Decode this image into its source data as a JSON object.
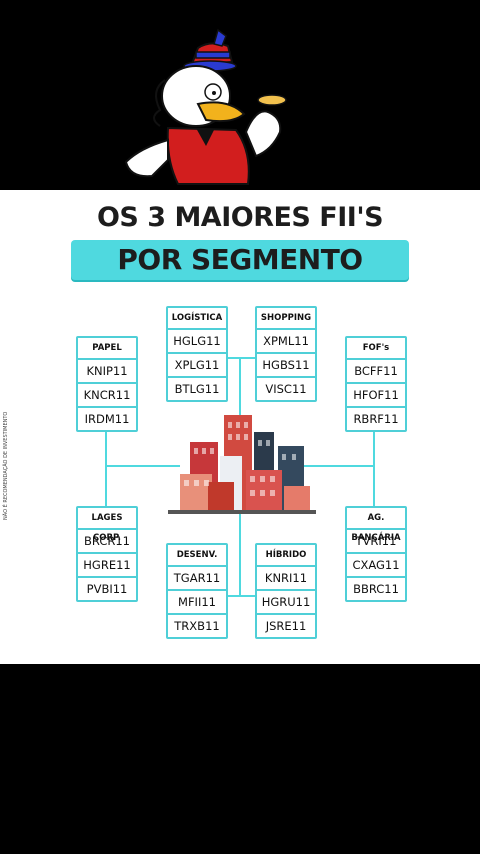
{
  "title": "OS 3 MAIORES FII'S",
  "subtitle": "POR SEGMENTO",
  "side_note": "NÃO É RECOMENDAÇÃO DE INVESTIMENTO",
  "accent_color": "#4fd9df",
  "groups": [
    {
      "name": "PAPEL",
      "tickers": [
        "KNIP11",
        "KNCR11",
        "IRDM11"
      ]
    },
    {
      "name": "LOGÍSTICA",
      "tickers": [
        "HGLG11",
        "XPLG11",
        "BTLG11"
      ]
    },
    {
      "name": "SHOPPING",
      "tickers": [
        "XPML11",
        "HGBS11",
        "VISC11"
      ]
    },
    {
      "name": "FOF's",
      "tickers": [
        "BCFF11",
        "HFOF11",
        "RBRF11"
      ]
    },
    {
      "name": "LAGES CORP.",
      "tickers": [
        "BRCR11",
        "HGRE11",
        "PVBI11"
      ]
    },
    {
      "name": "DESENV.",
      "tickers": [
        "TGAR11",
        "MFII11",
        "TRXB11"
      ]
    },
    {
      "name": "HÍBRIDO",
      "tickers": [
        "KNRI11",
        "HGRU11",
        "JSRE11"
      ]
    },
    {
      "name": "AG. BANCÁRIA",
      "tickers": [
        "TVRI11",
        "CXAG11",
        "BBRC11"
      ]
    }
  ],
  "icons": [
    "cartoon-duck-icon",
    "buildings-icon"
  ]
}
